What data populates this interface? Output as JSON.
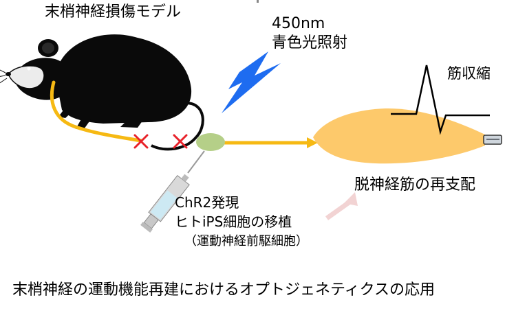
{
  "labels": {
    "model": "末梢神経損傷モデル",
    "wavelength": "450nm",
    "light": "青色光照射",
    "muscle_contraction": "筋収縮",
    "reinnervation": "脱神経筋の再支配",
    "chr2": "ChR2発現",
    "ips_transplant": "ヒトiPS細胞の移植",
    "precursor": "（運動神経前駆細胞）",
    "caption": "末梢神経の運動機能再建におけるオプトジェネティクスの応用"
  },
  "colors": {
    "nerve": "#f6b913",
    "muscle": "#fdc96b",
    "cut_mark": "#e8222a",
    "cell_graft": "#b5cf88",
    "bolt": "#1e6cf0",
    "mouse": "#0a0a0a",
    "reinnervation_arrow": "#f2d3d3"
  }
}
